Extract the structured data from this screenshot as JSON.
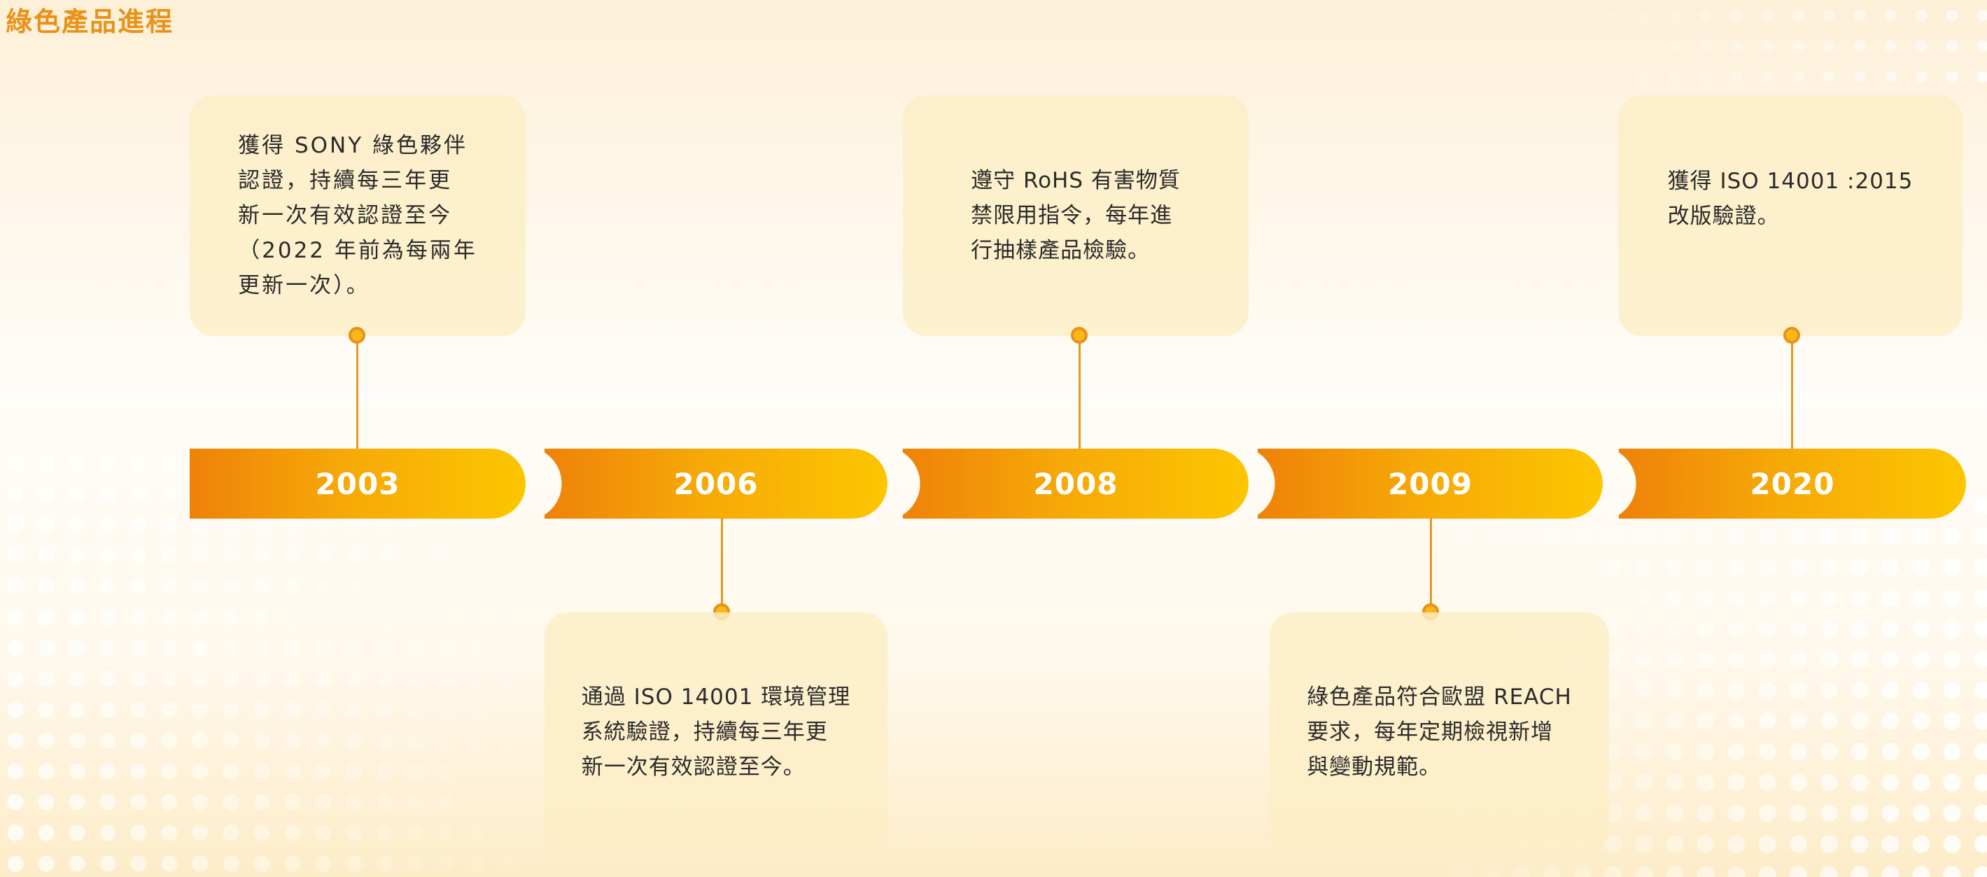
{
  "title": "綠色產品進程",
  "timeline": [
    {
      "year": "2003",
      "text": "獲得 SONY 綠色夥伴\n認證，持續每三年更\n新一次有效認證至今\n（2022 年前為每兩年\n更新一次）。",
      "position": "top"
    },
    {
      "year": "2006",
      "text": "通過 ISO 14001 環境管理\n系統驗證，持續每三年更\n新一次有效認證至今。",
      "position": "bottom"
    },
    {
      "year": "2008",
      "text": "遵守 RoHS 有害物質\n禁限用指令，每年進\n行抽樣產品檢驗。",
      "position": "top"
    },
    {
      "year": "2009",
      "text": "綠色產品符合歐盟 REACH\n要求，每年定期檢視新增\n與變動規範。",
      "position": "bottom"
    },
    {
      "year": "2020",
      "text": "獲得 ISO 14001 :2015\n改版驗證。",
      "position": "top"
    }
  ],
  "colors": {
    "title": "#e8921a",
    "bar_start": "#ee8209",
    "bar_end": "#fcc600",
    "card": "#fdeec6",
    "node": "#f8b81a",
    "text": "#2b2b2b"
  }
}
